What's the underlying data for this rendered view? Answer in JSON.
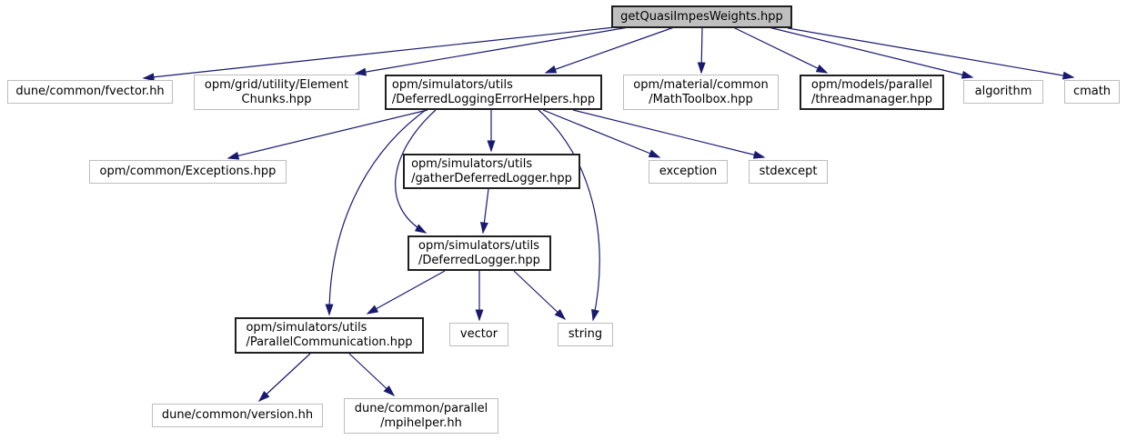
{
  "diagram": {
    "type": "include-dependency-graph",
    "edge_color": "#191970",
    "root_fill": "#bfbfbf",
    "plain_border_color": "#bdbdbd",
    "linked_border_color": "#1f1f1f"
  },
  "nodes": [
    {
      "id": "getQuasiImpesWeights",
      "label": "getQuasiImpesWeights.hpp",
      "style": "root"
    },
    {
      "id": "fvector",
      "label": "dune/common/fvector.hh",
      "style": "plain"
    },
    {
      "id": "elementChunks",
      "label": "opm/grid/utility/Element\nChunks.hpp",
      "style": "plain"
    },
    {
      "id": "deferredLoggingErrorHelpers",
      "label": "opm/simulators/utils\n/DeferredLoggingErrorHelpers.hpp",
      "style": "linked"
    },
    {
      "id": "mathToolbox",
      "label": "opm/material/common\n/MathToolbox.hpp",
      "style": "plain"
    },
    {
      "id": "threadmanager",
      "label": "opm/models/parallel\n/threadmanager.hpp",
      "style": "linked"
    },
    {
      "id": "algorithm",
      "label": "algorithm",
      "style": "plain"
    },
    {
      "id": "cmath",
      "label": "cmath",
      "style": "plain"
    },
    {
      "id": "exceptions",
      "label": "opm/common/Exceptions.hpp",
      "style": "plain"
    },
    {
      "id": "gatherDeferredLogger",
      "label": "opm/simulators/utils\n/gatherDeferredLogger.hpp",
      "style": "linked"
    },
    {
      "id": "exception",
      "label": "exception",
      "style": "plain"
    },
    {
      "id": "stdexcept",
      "label": "stdexcept",
      "style": "plain"
    },
    {
      "id": "deferredLogger",
      "label": "opm/simulators/utils\n/DeferredLogger.hpp",
      "style": "linked"
    },
    {
      "id": "parallelCommunication",
      "label": "opm/simulators/utils\n/ParallelCommunication.hpp",
      "style": "linked"
    },
    {
      "id": "vector",
      "label": "vector",
      "style": "plain"
    },
    {
      "id": "string",
      "label": "string",
      "style": "plain"
    },
    {
      "id": "version",
      "label": "dune/common/version.hh",
      "style": "plain"
    },
    {
      "id": "mpihelper",
      "label": "dune/common/parallel\n/mpihelper.hh",
      "style": "plain"
    }
  ],
  "edges": [
    {
      "from": "getQuasiImpesWeights",
      "to": "fvector"
    },
    {
      "from": "getQuasiImpesWeights",
      "to": "elementChunks"
    },
    {
      "from": "getQuasiImpesWeights",
      "to": "deferredLoggingErrorHelpers"
    },
    {
      "from": "getQuasiImpesWeights",
      "to": "mathToolbox"
    },
    {
      "from": "getQuasiImpesWeights",
      "to": "threadmanager"
    },
    {
      "from": "getQuasiImpesWeights",
      "to": "algorithm"
    },
    {
      "from": "getQuasiImpesWeights",
      "to": "cmath"
    },
    {
      "from": "deferredLoggingErrorHelpers",
      "to": "exceptions"
    },
    {
      "from": "deferredLoggingErrorHelpers",
      "to": "gatherDeferredLogger"
    },
    {
      "from": "deferredLoggingErrorHelpers",
      "to": "exception"
    },
    {
      "from": "deferredLoggingErrorHelpers",
      "to": "stdexcept"
    },
    {
      "from": "deferredLoggingErrorHelpers",
      "to": "deferredLogger"
    },
    {
      "from": "deferredLoggingErrorHelpers",
      "to": "parallelCommunication"
    },
    {
      "from": "deferredLoggingErrorHelpers",
      "to": "string"
    },
    {
      "from": "gatherDeferredLogger",
      "to": "deferredLogger"
    },
    {
      "from": "deferredLogger",
      "to": "parallelCommunication"
    },
    {
      "from": "deferredLogger",
      "to": "vector"
    },
    {
      "from": "deferredLogger",
      "to": "string"
    },
    {
      "from": "parallelCommunication",
      "to": "version"
    },
    {
      "from": "parallelCommunication",
      "to": "mpihelper"
    }
  ]
}
